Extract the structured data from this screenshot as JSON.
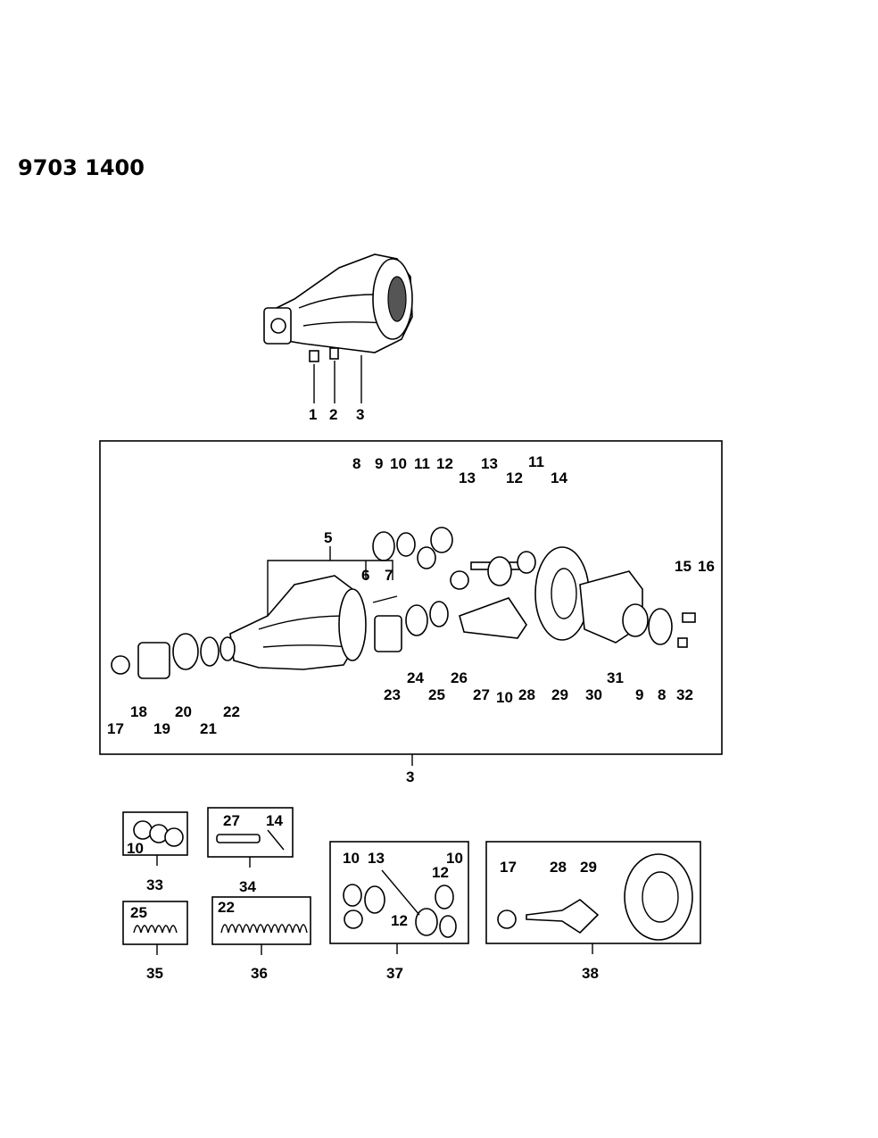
{
  "diagram": {
    "ref_number": "9703 1400",
    "labels": {
      "top": [
        "1",
        "2",
        "3"
      ],
      "main_box": [
        "8",
        "9",
        "10",
        "11",
        "12",
        "13",
        "13",
        "12",
        "11",
        "14",
        "5",
        "6",
        "7",
        "15",
        "16",
        "17",
        "18",
        "19",
        "20",
        "21",
        "22",
        "23",
        "24",
        "25",
        "26",
        "27",
        "10",
        "28",
        "29",
        "30",
        "31",
        "9",
        "8",
        "32"
      ],
      "main_box_callout": "3",
      "kit_33": {
        "inner": [
          "10"
        ],
        "number": "33"
      },
      "kit_34": {
        "inner": [
          "27",
          "14"
        ],
        "number": "34"
      },
      "kit_35": {
        "inner": [
          "25"
        ],
        "number": "35"
      },
      "kit_36": {
        "inner": [
          "22"
        ],
        "number": "36"
      },
      "kit_37": {
        "inner": [
          "10",
          "13",
          "12",
          "10",
          "12"
        ],
        "number": "37"
      },
      "kit_38": {
        "inner": [
          "17",
          "28",
          "29"
        ],
        "number": "38"
      }
    }
  }
}
